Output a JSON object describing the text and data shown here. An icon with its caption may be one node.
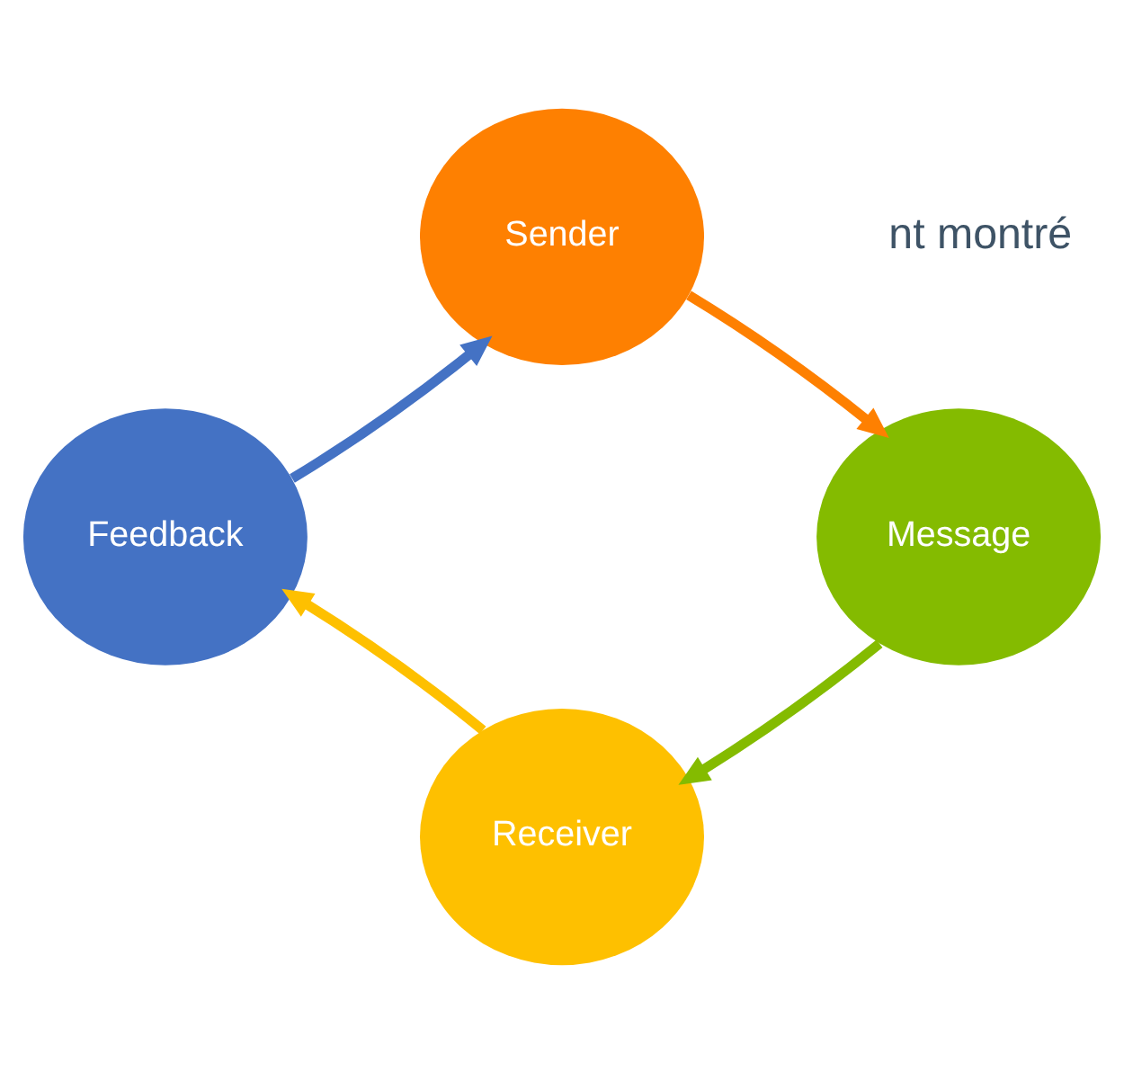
{
  "diagram": {
    "nodes": [
      {
        "text": [
          "Sender"
        ]
      },
      {
        "text": [
          "Message"
        ]
      },
      {
        "text": [
          "Receiver"
        ]
      },
      {
        "text": [
          "Feedback"
        ]
      }
    ],
    "edges": [
      {
        "from": 0,
        "to": 1,
        "arrow": "to",
        "color": "#fe8001"
      },
      {
        "from": 1,
        "to": 2,
        "arrow": "to",
        "color": "#84bb00"
      },
      {
        "from": 2,
        "to": 3,
        "arrow": "to",
        "color": "#fec000"
      },
      {
        "from": 3,
        "to": 0,
        "arrow": "to",
        "color": "#4472c4"
      }
    ],
    "labels": [
      "nt montré"
    ]
  }
}
